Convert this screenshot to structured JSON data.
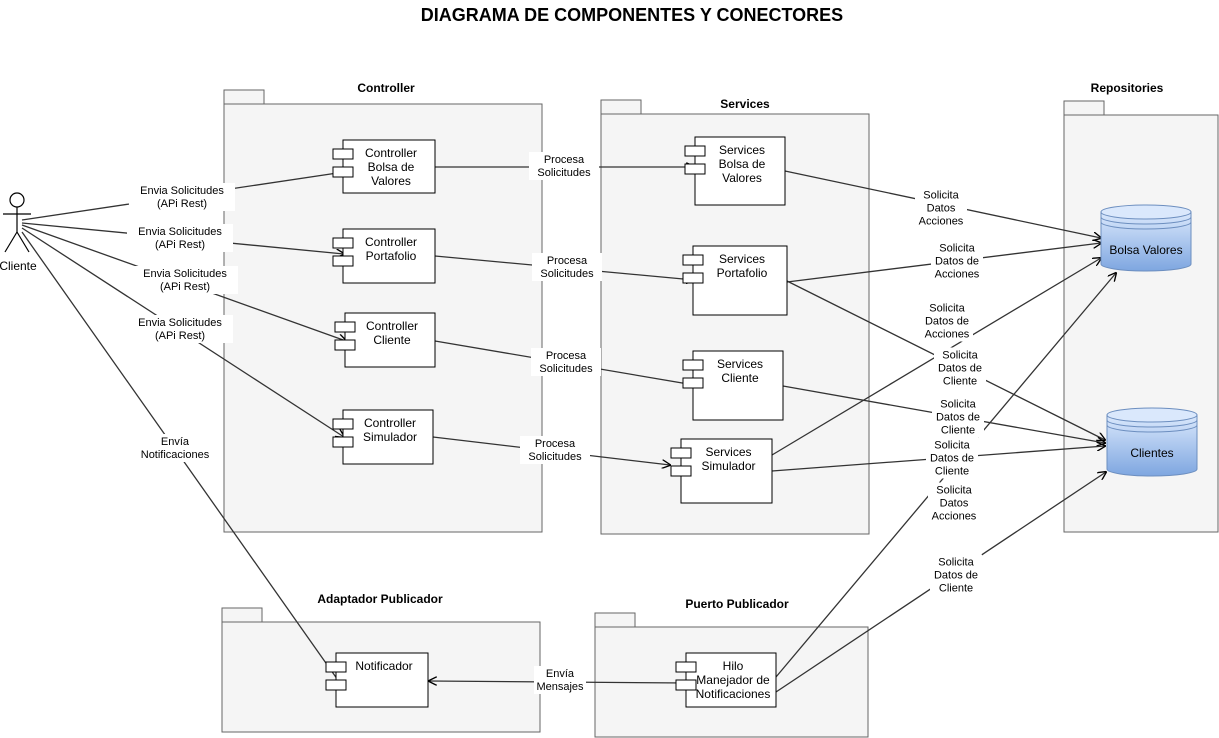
{
  "title": "DIAGRAMA DE COMPONENTES Y CONECTORES",
  "actor": {
    "label": "Cliente"
  },
  "packages": {
    "controller": "Controller",
    "services": "Services",
    "repositories": "Repositories",
    "adaptador": "Adaptador Publicador",
    "puerto": "Puerto Publicador"
  },
  "components": {
    "ctrl_bolsa": [
      "Controller",
      "Bolsa de",
      "Valores"
    ],
    "ctrl_portafolio": [
      "Controller",
      "Portafolio"
    ],
    "ctrl_cliente": [
      "Controller",
      "Cliente"
    ],
    "ctrl_simulador": [
      "Controller",
      "Simulador"
    ],
    "srv_bolsa": [
      "Services",
      "Bolsa de",
      "Valores"
    ],
    "srv_portafolio": [
      "Services",
      "Portafolio"
    ],
    "srv_cliente": [
      "Services",
      "Cliente"
    ],
    "srv_simulador": [
      "Services",
      "Simulador"
    ],
    "notificador": [
      "Notificador"
    ],
    "hilo": [
      "Hilo",
      "Manejador de",
      "Notificaciones"
    ]
  },
  "databases": {
    "bolsa": "Bolsa Valores",
    "clientes": "Clientes"
  },
  "edge_labels": {
    "cli_bolsa": [
      "Envia Solicitudes",
      "(APi Rest)"
    ],
    "cli_portafolio": [
      "Envia Solicitudes",
      "(APi Rest)"
    ],
    "cli_cliente": [
      "Envia Solicitudes",
      "(APi Rest)"
    ],
    "cli_simulador": [
      "Envia Solicitudes",
      "(APi Rest)"
    ],
    "cli_notif": [
      "Envía",
      "Notificaciones"
    ],
    "proc_bolsa": [
      "Procesa",
      "Solicitudes"
    ],
    "proc_portafolio": [
      "Procesa",
      "Solicitudes"
    ],
    "proc_cliente": [
      "Procesa",
      "Solicitudes"
    ],
    "proc_simulador": [
      "Procesa",
      "Solicitudes"
    ],
    "sb_db": [
      "Solicita",
      "Datos",
      "Acciones"
    ],
    "sp_db": [
      "Solicita",
      "Datos de",
      "Acciones"
    ],
    "ss_db": [
      "Solicita",
      "Datos de",
      "Acciones"
    ],
    "sp_cli": [
      "Solicita",
      "Datos de",
      "Cliente"
    ],
    "sc_cli": [
      "Solicita",
      "Datos de",
      "Cliente"
    ],
    "ssim_cli": [
      "Solicita",
      "Datos de",
      "Cliente"
    ],
    "hilo_db": [
      "Solicita",
      "Datos",
      "Acciones"
    ],
    "hilo_cli": [
      "Solicita",
      "Datos de",
      "Cliente"
    ],
    "envia_msg": [
      "Envía",
      "Mensajes"
    ]
  }
}
